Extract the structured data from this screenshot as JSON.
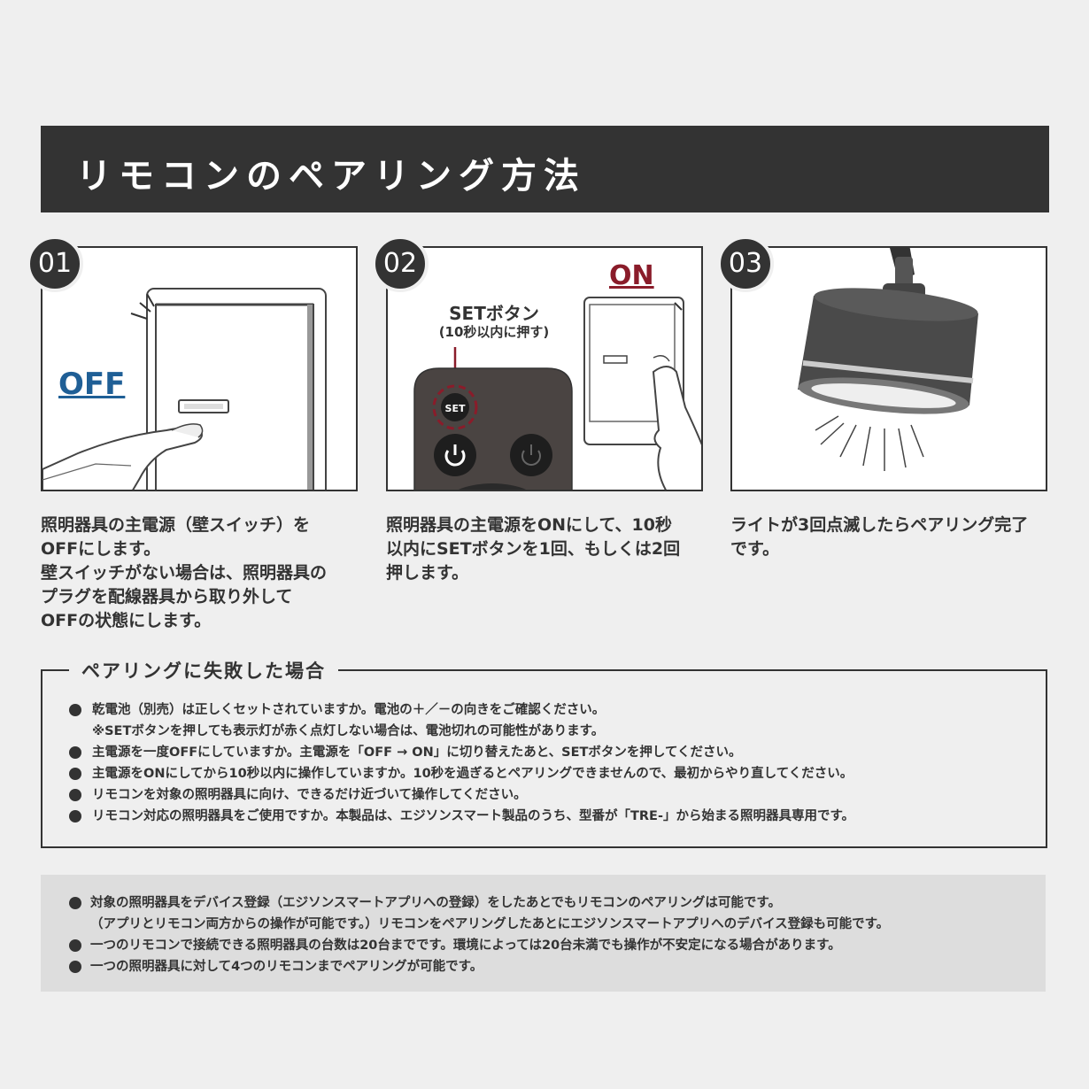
{
  "title": "リモコンのペアリング方法",
  "steps": [
    {
      "num": "01",
      "label": "OFF",
      "text": "照明器具の主電源（壁スイッチ）を\nOFFにします。\n壁スイッチがない場合は、照明器具の\nプラグを配線器具から取り外して\nOFFの状態にします。"
    },
    {
      "num": "02",
      "label": "ON",
      "set_label": "SETボタン",
      "set_sub": "(10秒以内に押す)",
      "set_button": "SET",
      "text": "照明器具の主電源をONにして、10秒\n以内にSETボタンを1回、もしくは2回\n押します。"
    },
    {
      "num": "03",
      "text": "ライトが3回点滅したらペアリング完了\nです。"
    }
  ],
  "failure": {
    "title": "ペアリングに失敗した場合",
    "items": [
      {
        "main": "乾電池（別売）は正しくセットされていますか。電池の＋／－の向きをご確認ください。",
        "sub": "※SETボタンを押しても表示灯が赤く点灯しない場合は、電池切れの可能性があります。"
      },
      {
        "main": "主電源を一度OFFにしていますか。主電源を「OFF → ON」に切り替えたあと、SETボタンを押してください。"
      },
      {
        "main": "主電源をONにしてから10秒以内に操作していますか。10秒を過ぎるとペアリングできませんので、最初からやり直してください。"
      },
      {
        "main": "リモコンを対象の照明器具に向け、できるだけ近づいて操作してください。"
      },
      {
        "main": "リモコン対応の照明器具をご使用ですか。本製品は、エジソンスマート製品のうち、型番が「TRE-」から始まる照明器具専用です。"
      }
    ]
  },
  "notes": [
    {
      "main": "対象の照明器具をデバイス登録（エジソンスマートアプリへの登録）をしたあとでもリモコンのペアリングは可能です。",
      "sub": "（アプリとリモコン両方からの操作が可能です。）リモコンをペアリングしたあとにエジソンスマートアプリへのデバイス登録も可能です。"
    },
    {
      "main": "一つのリモコンで接続できる照明器具の台数は20台までです。環境によっては20台未満でも操作が不安定になる場合があります。"
    },
    {
      "main": "一つの照明器具に対して4つのリモコンまでペアリングが可能です。"
    }
  ],
  "colors": {
    "dark": "#333333",
    "off_blue": "#1f5f96",
    "on_red": "#8a1c2a",
    "background": "#efefef",
    "note_bg": "#dddddd"
  }
}
